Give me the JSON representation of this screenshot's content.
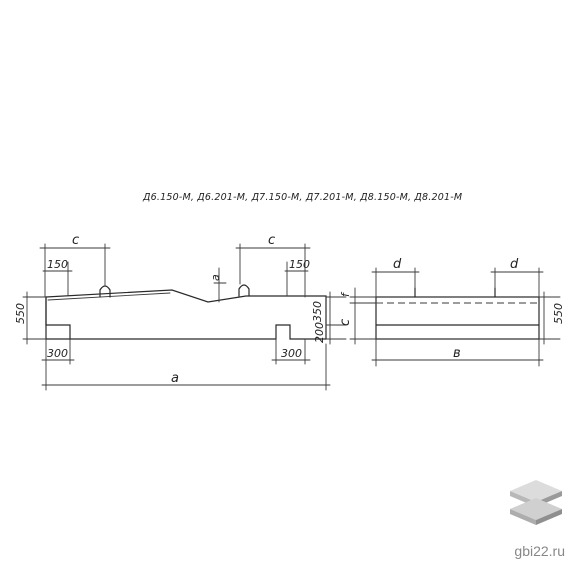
{
  "drawing": {
    "title": "Д6.150-М, Д6.201-М, Д7.150-М, Д7.201-М, Д8.150-М, Д8.201-М",
    "front_view": {
      "dim_overall_height": "550",
      "dim_top_offset_left": "150",
      "dim_top_offset_right": "150",
      "dim_lift_spacing": "c",
      "dim_notch_left": "300",
      "dim_notch_right": "300",
      "dim_length": "a",
      "dim_slope_depth": "a",
      "dim_right_upper": "350",
      "dim_right_lower": "200"
    },
    "side_view": {
      "dim_loop_left": "d",
      "dim_loop_right": "d",
      "dim_top_small": "f",
      "dim_middle": "c",
      "dim_height": "550",
      "dim_width": "в"
    }
  },
  "branding": {
    "site": "gbi22.ru",
    "logo_icon": "stacked-slabs-logo-icon"
  }
}
